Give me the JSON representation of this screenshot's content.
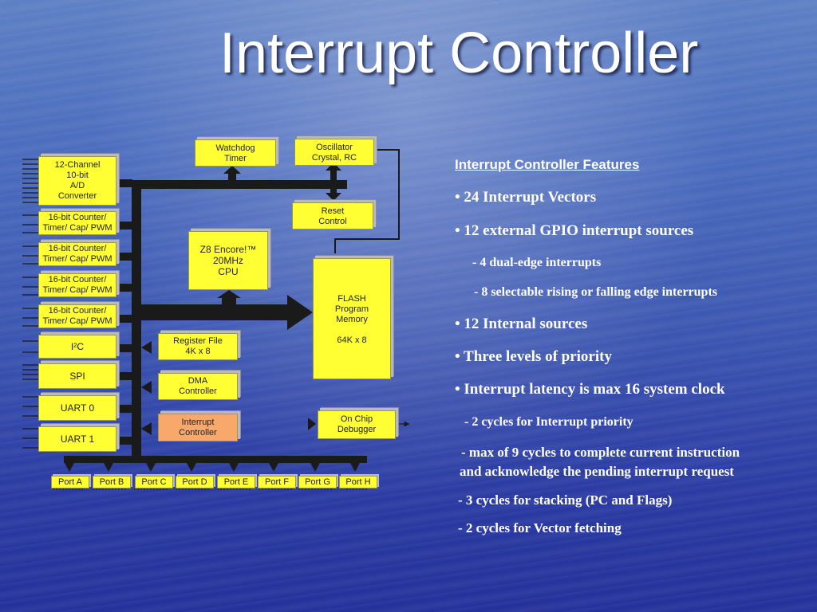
{
  "title": "Interrupt Controller",
  "diagram": {
    "watchdog": "Watchdog\nTimer",
    "oscillator": "Oscillator\nCrystal, RC",
    "reset": "Reset\nControl",
    "adc": "12-Channel\n10-bit\nA/D\nConverter",
    "counter1": "16-bit Counter/\nTimer/ Cap/ PWM",
    "counter2": "16-bit Counter/\nTimer/ Cap/ PWM",
    "counter3": "16-bit Counter/\nTimer/ Cap/ PWM",
    "counter4": "16-bit Counter/\nTimer/ Cap/ PWM",
    "i2c": "I²C",
    "spi": "SPI",
    "uart0": "UART 0",
    "uart1": "UART 1",
    "cpu": "Z8 Encore!™\n20MHz\nCPU",
    "flash": "FLASH\nProgram\nMemory\n\n64K x 8",
    "register_file": "Register File\n4K x 8",
    "dma": "DMA\nController",
    "interrupt": "Interrupt\nController",
    "debugger": "On Chip\nDebugger",
    "ports": [
      "Port A",
      "Port B",
      "Port C",
      "Port D",
      "Port E",
      "Port F",
      "Port G",
      "Port H"
    ]
  },
  "features": {
    "heading": "Interrupt Controller Features",
    "items": [
      "• 24 Interrupt Vectors",
      "• 12 external GPIO interrupt sources",
      "- 4 dual-edge interrupts",
      "- 8 selectable rising or falling edge interrupts",
      "• 12 Internal sources",
      "• Three levels of priority",
      "• Interrupt latency is max 16 system clock",
      "- 2 cycles for Interrupt priority",
      "- max of 9 cycles to complete current instruction",
      "and acknowledge the pending interrupt request",
      "- 3 cycles for stacking (PC and Flags)",
      "- 2 cycles for Vector fetching"
    ]
  },
  "colors": {
    "box": "#ffff33",
    "interrupt_box": "#f7a86a",
    "bus": "#1a1a1a",
    "background": "#3a55b0"
  }
}
